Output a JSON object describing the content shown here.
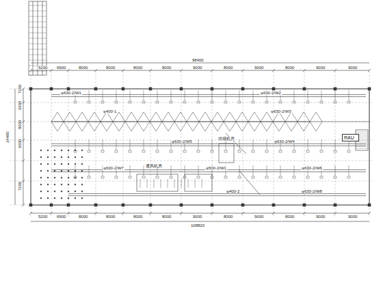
{
  "diagram": {
    "nodes": [
      {
        "text": [
          "RAU"
        ]
      }
    ],
    "labels": [
      "98400",
      "5200",
      "6900",
      "8000",
      "8000",
      "8000",
      "8000",
      "9000",
      "8000",
      "9000",
      "8000",
      "9000",
      "9000",
      "108820",
      "5200",
      "6900",
      "8000",
      "8000",
      "8000",
      "8000",
      "9000",
      "8000",
      "9000",
      "8000",
      "9000",
      "9000",
      "34400",
      "7200",
      "6600",
      "8000",
      "6600",
      "7200",
      "φ630-2/W1",
      "φ630-2/W2",
      "φ400-1",
      "φ630-2/W3",
      "φ630-2/W4",
      "φ630-2/W5",
      "φ500-2/W1",
      "φ630-2/W6",
      "φ630-2/W7",
      "φ400-2",
      "φ630-2/W8",
      "通风机房",
      "排烟机房"
    ]
  }
}
